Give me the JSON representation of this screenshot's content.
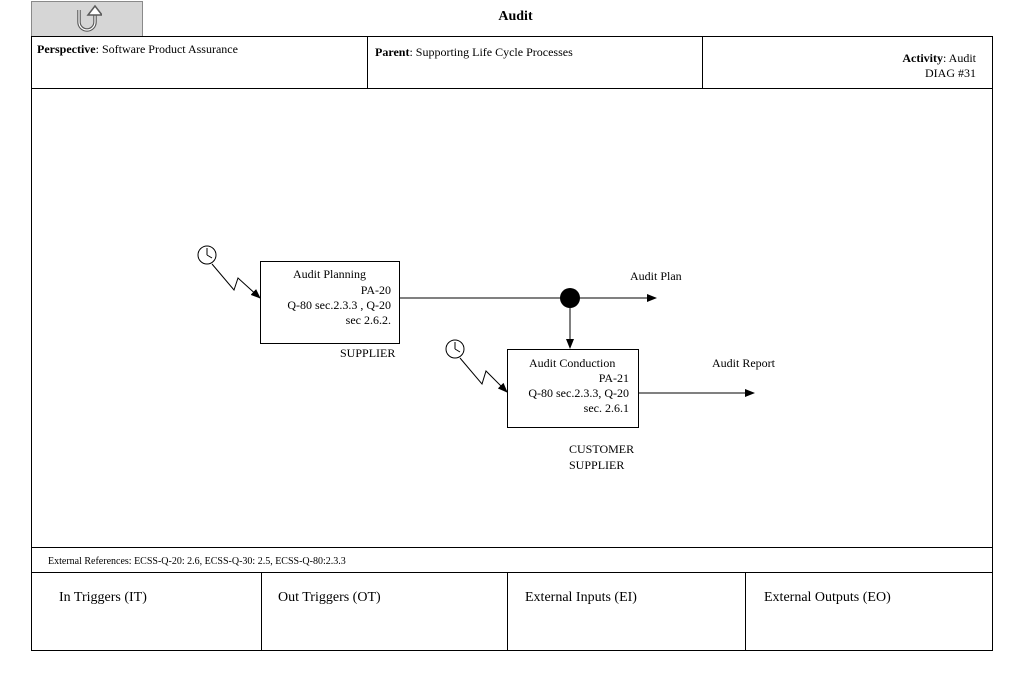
{
  "title": "Audit",
  "back_button_icon": "u-turn-back-icon",
  "header": {
    "perspective_label": "Perspective",
    "perspective_value": ": Software Product Assurance",
    "parent_label": "Parent",
    "parent_value": ": Supporting Life Cycle Processes",
    "activity_label": "Activity",
    "activity_value": ": Audit",
    "diag": "DIAG #31"
  },
  "activities": [
    {
      "title": "Audit Planning",
      "id": "PA-20",
      "ref_line1": "Q-80 sec.2.3.3 , Q-20",
      "ref_line2": "sec 2.6.2.",
      "performers": [
        "SUPPLIER"
      ]
    },
    {
      "title": "Audit Conduction",
      "id": "PA-21",
      "ref_line1": "Q-80 sec.2.3.3, Q-20",
      "ref_line2": "sec. 2.6.1",
      "performers": [
        "CUSTOMER",
        "SUPPLIER"
      ]
    }
  ],
  "outputs": {
    "audit_plan": "Audit Plan",
    "audit_report": "Audit Report"
  },
  "external_references": "External References: ECSS-Q-20: 2.6, ECSS-Q-30: 2.5, ECSS-Q-80:2.3.3",
  "footer": {
    "in_triggers": "In Triggers (IT)",
    "out_triggers": "Out Triggers (OT)",
    "external_inputs": "External Inputs (EI)",
    "external_outputs": "External Outputs (EO)"
  }
}
